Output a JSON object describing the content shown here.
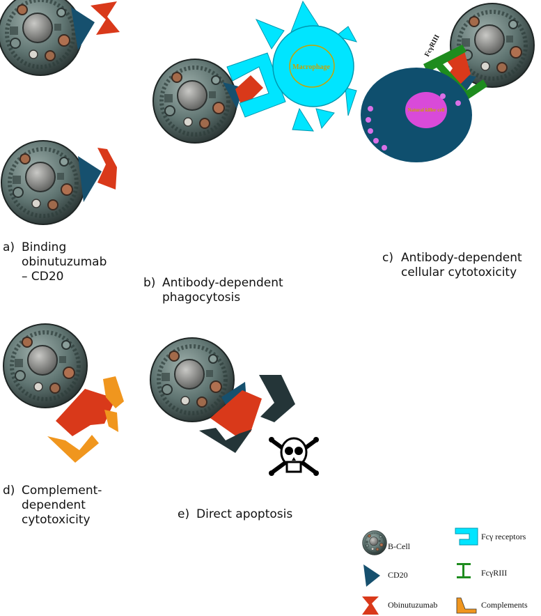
{
  "panels": {
    "a": {
      "letter": "a)",
      "lines": [
        "Binding",
        "obinutuzumab",
        "– CD20"
      ]
    },
    "b": {
      "letter": "b)",
      "lines": [
        "Antibody-dependent",
        "phagocytosis"
      ]
    },
    "c": {
      "letter": "c)",
      "lines": [
        "Antibody-dependent",
        "cellular cytotoxicity"
      ]
    },
    "d": {
      "letter": "d)",
      "lines": [
        "Complement-",
        "dependent",
        "cytotoxicity"
      ]
    },
    "e": {
      "letter": "e)",
      "lines": [
        "Direct apoptosis"
      ]
    }
  },
  "cells": {
    "macrophage": "Macrophage",
    "nk_cell": "Natural killer cell",
    "fcgammariii": "FcγRIII"
  },
  "legend": {
    "bcell": "B-Cell",
    "cd20": "CD20",
    "obinutuzumab": "Obinutuzumab",
    "fc_receptors": "Fcγ receptors",
    "fcgammariii": "FcγRIII",
    "complements": "Complements"
  },
  "colors": {
    "cd20": "#16506e",
    "obinutuzumab": "#d9391a",
    "fc_receptor": "#00e5ff",
    "macrophage": "#00e5ff",
    "macrophage_label": "#c9a200",
    "nk_cell": "#0f4f6e",
    "nk_nucleus": "#d94ad9",
    "fcgammariii": "#1e8c1e",
    "complement": "#f0961e",
    "apoptosis_wedge": "#243538"
  }
}
